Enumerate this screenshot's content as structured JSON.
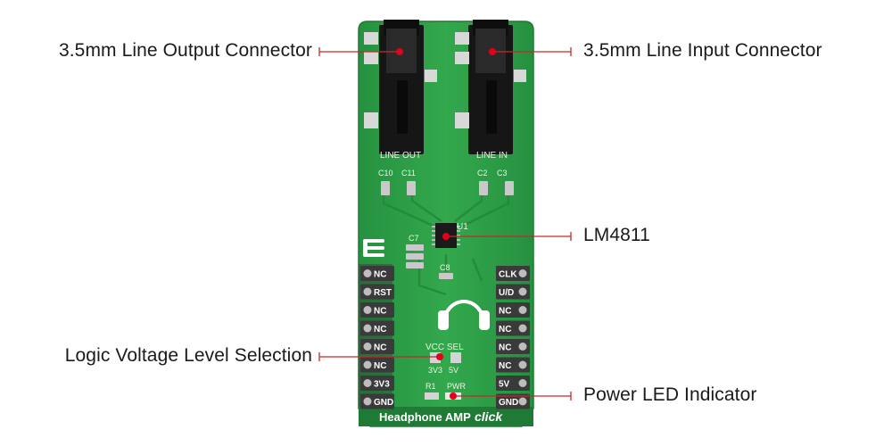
{
  "callouts": {
    "line_output": "3.5mm Line Output Connector",
    "line_input": "3.5mm Line Input Connector",
    "ic": "LM4811",
    "logic_level": "Logic Voltage Level Selection",
    "power_led": "Power LED Indicator"
  },
  "board": {
    "name": "Headphone AMP",
    "brand_word": "click",
    "silkscreen": {
      "line_out": "LINE OUT",
      "line_in": "LINE IN",
      "c10": "C10",
      "c11": "C11",
      "c2": "C2",
      "c3": "C3",
      "u1": "U1",
      "c7": "C7",
      "c8": "C8",
      "vcc_sel": "VCC SEL",
      "opt_3v3": "3V3",
      "opt_5v": "5V",
      "r1": "R1",
      "pwr": "PWR"
    },
    "left_pins": [
      "NC",
      "RST",
      "NC",
      "NC",
      "NC",
      "NC",
      "3V3",
      "GND"
    ],
    "right_pins": [
      "CLK",
      "U/D",
      "NC",
      "NC",
      "NC",
      "NC",
      "5V",
      "GND"
    ]
  },
  "colors": {
    "pcb_green": "#2e9b46",
    "pcb_edge": "#1f7a35",
    "pin_box": "#3a3a3a",
    "callout_line": "#c62828",
    "marker": "#e3001b"
  }
}
